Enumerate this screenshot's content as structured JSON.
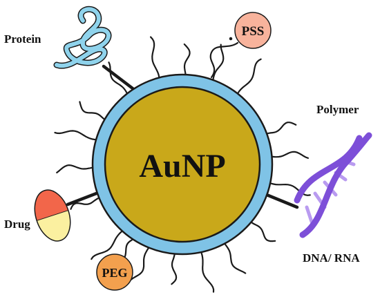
{
  "core": {
    "label": "AuNP",
    "core_color": "#c9a81a",
    "shell_color": "#7fc3e6"
  },
  "attachments": {
    "protein": {
      "label": "Protein",
      "color": "#8fd3ec"
    },
    "pss": {
      "label": "PSS",
      "color": "#f8b39c"
    },
    "polymer": {
      "label": "Polymer"
    },
    "dna_rna": {
      "label": "DNA/ RNA",
      "color": "#7d4fd8",
      "light_color": "#b99bf0"
    },
    "peg": {
      "label": "PEG",
      "color": "#f3a04e"
    },
    "drug": {
      "label": "Drug",
      "top_color": "#f2664a",
      "bottom_color": "#fbf0a0"
    }
  },
  "colors": {
    "outline": "#1a1a1a"
  }
}
